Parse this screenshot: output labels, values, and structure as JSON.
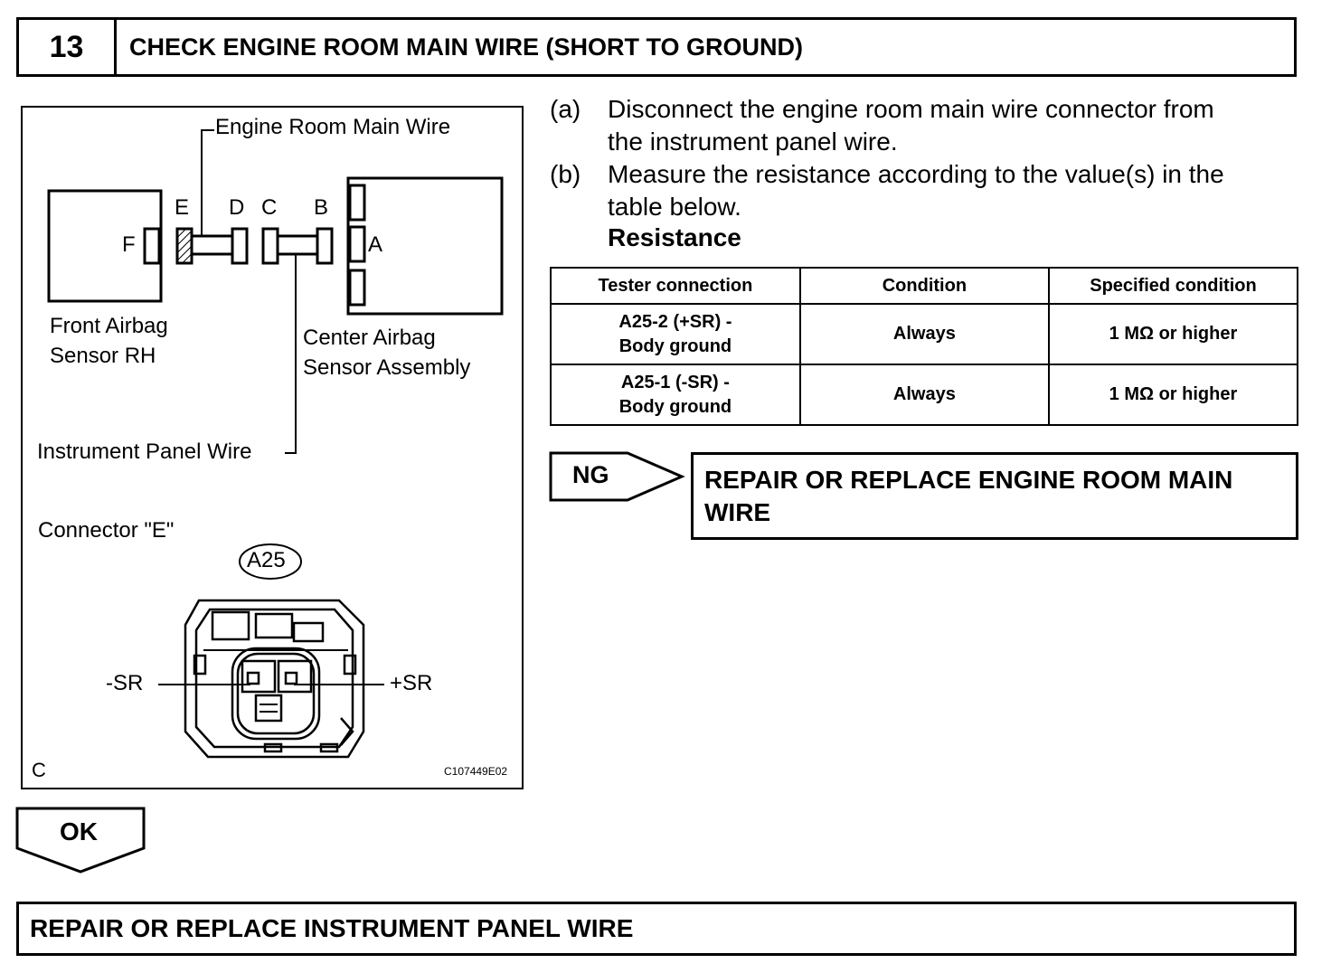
{
  "step": {
    "number": "13",
    "title": "CHECK ENGINE ROOM MAIN WIRE (SHORT TO GROUND)"
  },
  "diagram": {
    "labels": {
      "engine_room_main_wire": "Engine Room Main Wire",
      "front_airbag_sensor_line1": "Front Airbag",
      "front_airbag_sensor_line2": "Sensor RH",
      "center_airbag_sensor_line1": "Center Airbag",
      "center_airbag_sensor_line2": "Sensor Assembly",
      "instrument_panel_wire": "Instrument Panel Wire",
      "connector_e": "Connector \"E\"",
      "connector_id": "A25",
      "minus_sr": "-SR",
      "plus_sr": "+SR",
      "corner_c": "C",
      "figure_code": "C107449E02",
      "letter_a": "A",
      "letter_b": "B",
      "letter_c": "C",
      "letter_d": "D",
      "letter_e": "E",
      "letter_f": "F"
    }
  },
  "instructions": [
    {
      "tag": "(a)",
      "lines": [
        "Disconnect the engine room main wire connector from",
        "the instrument panel wire."
      ]
    },
    {
      "tag": "(b)",
      "lines": [
        "Measure the resistance according to the value(s) in the",
        "table below."
      ]
    }
  ],
  "resistance_title": "Resistance",
  "table": {
    "headers": [
      "Tester connection",
      "Condition",
      "Specified condition"
    ],
    "rows": [
      {
        "connection_line1": "A25-2 (+SR) -",
        "connection_line2": "Body ground",
        "condition": "Always",
        "specified": "1 MΩ or higher"
      },
      {
        "connection_line1": "A25-1 (-SR) -",
        "connection_line2": "Body ground",
        "condition": "Always",
        "specified": "1 MΩ or higher"
      }
    ]
  },
  "ng": {
    "label": "NG",
    "result_line1": "REPAIR OR REPLACE ENGINE ROOM MAIN",
    "result_line2": "WIRE"
  },
  "ok": {
    "label": "OK",
    "result": "REPAIR OR REPLACE INSTRUMENT PANEL WIRE"
  }
}
